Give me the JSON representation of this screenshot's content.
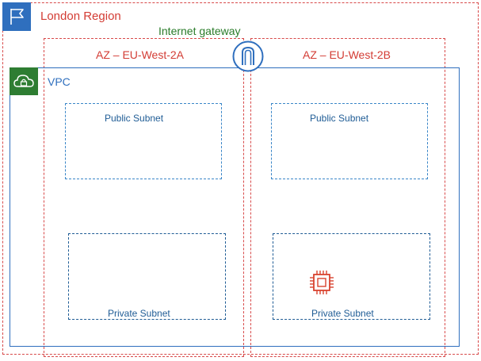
{
  "region": {
    "label": "London Region",
    "icon": "flag-icon"
  },
  "gateway": {
    "label": "Internet gateway",
    "icon": "internet-gateway-icon"
  },
  "availability_zones": [
    {
      "label": "AZ – EU-West-2A"
    },
    {
      "label": "AZ – EU-West-2B"
    }
  ],
  "vpc": {
    "label": "VPC",
    "icon": "cloud-lock-icon"
  },
  "subnets": {
    "public_a": "Public Subnet",
    "public_b": "Public Subnet",
    "private_a": "Private Subnet",
    "private_b": "Private Subnet"
  },
  "instance": {
    "icon": "ec2-chip-icon"
  },
  "colors": {
    "region_border": "#d84a4a",
    "region_text": "#d33c34",
    "gateway_text": "#2a7c2a",
    "vpc_border": "#2f6fbe",
    "subnet_text": "#1f5c95",
    "vpc_icon_bg": "#2e7d32"
  }
}
